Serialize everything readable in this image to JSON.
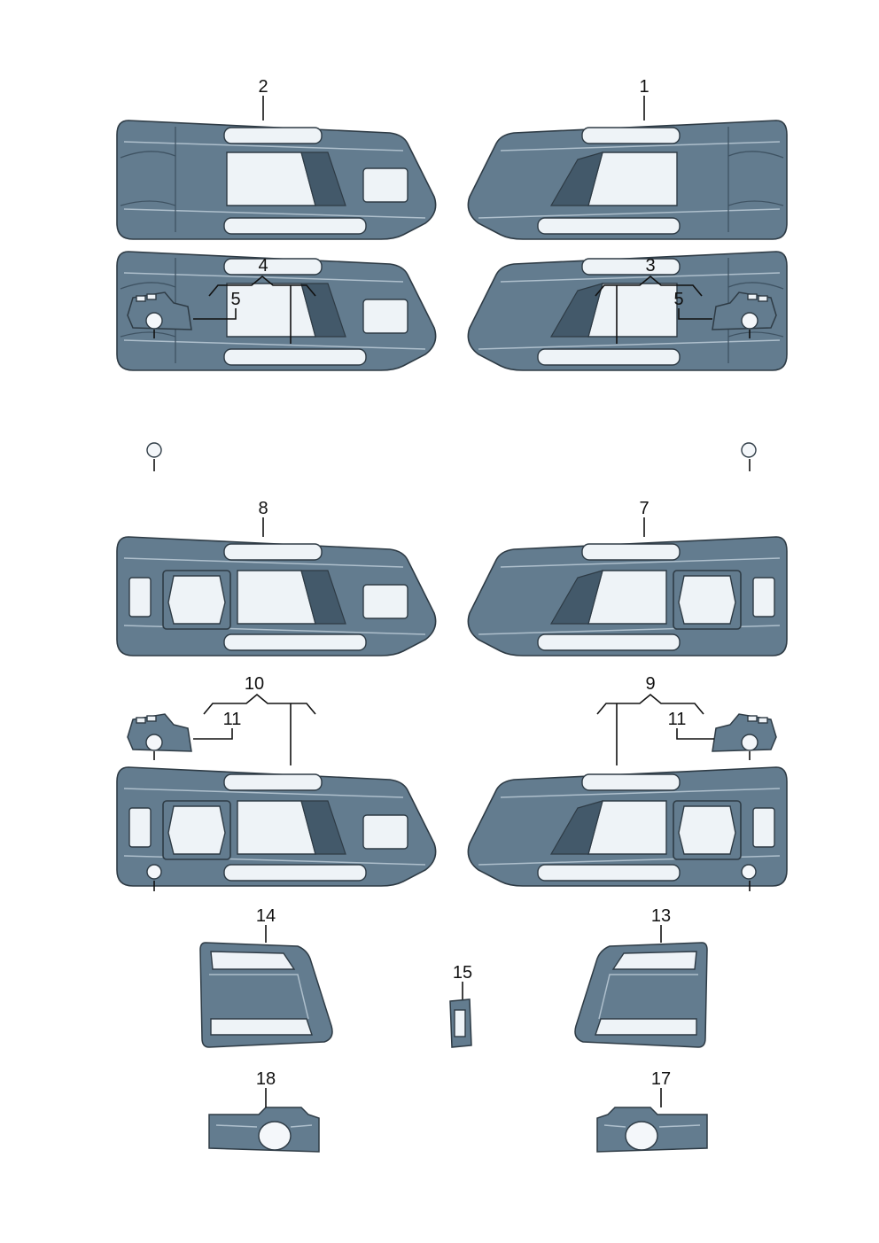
{
  "diagram": {
    "callouts": [
      "1",
      "2",
      "3",
      "4",
      "5",
      "5",
      "7",
      "8",
      "9",
      "10",
      "11",
      "11",
      "13",
      "14",
      "15",
      "17",
      "18"
    ],
    "colors": {
      "part_fill": "#637c8f",
      "part_outline": "#2e3b45",
      "highlight": "#aebfcc",
      "opening": "#eef3f7",
      "text": "#111111"
    }
  }
}
